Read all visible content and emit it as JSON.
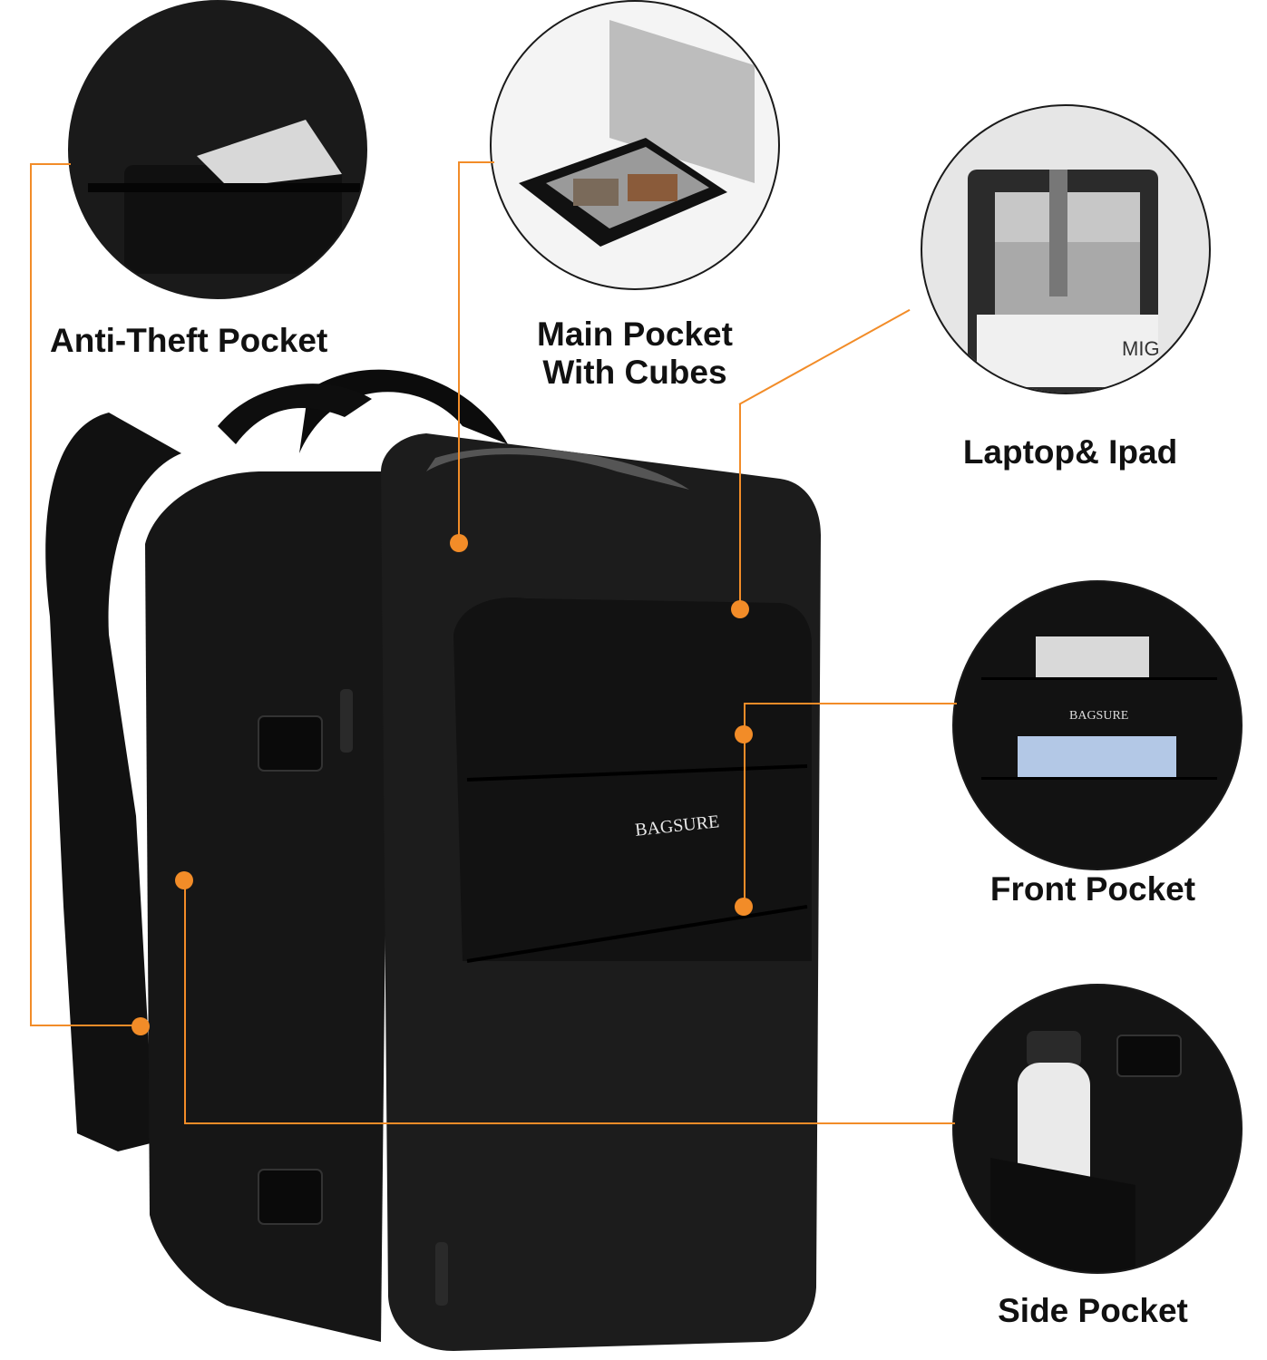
{
  "features": {
    "anti_theft": {
      "label": "Anti-Theft Pocket"
    },
    "main_pocket": {
      "line1": "Main Pocket",
      "line2": "With Cubes"
    },
    "laptop": {
      "label": "Laptop& Ipad"
    },
    "front_pocket": {
      "label": "Front Pocket"
    },
    "side_pocket": {
      "label": "Side Pocket"
    }
  },
  "brand": {
    "name": "BAGSURE"
  },
  "colors": {
    "accent": "#f28c28",
    "bag": "#151515",
    "caption": "#111111"
  }
}
